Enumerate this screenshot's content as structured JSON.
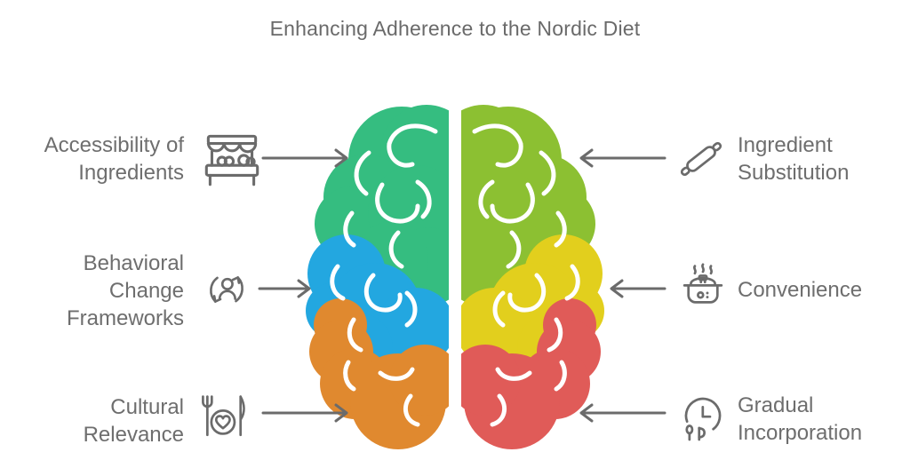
{
  "title": "Enhancing Adherence to the Nordic Diet",
  "colors": {
    "background": "#ffffff",
    "title_text": "#6a6a6a",
    "label_text": "#6e6e6e",
    "icon": "#6b6b6b",
    "arrow": "#6b6b6b"
  },
  "brain": {
    "left_hemisphere": {
      "top_color": "#35bd80",
      "middle_color": "#23a7e0",
      "bottom_color": "#e0892f"
    },
    "right_hemisphere": {
      "top_color": "#8cc032",
      "middle_color": "#e2cf1d",
      "bottom_color": "#e05b58"
    }
  },
  "left_column": {
    "items": [
      {
        "label": "Accessibility of Ingredients",
        "lines": [
          "Accessibility of",
          "Ingredients"
        ],
        "icon": "market-stall-icon"
      },
      {
        "label": "Behavioral Change Frameworks",
        "lines": [
          "Behavioral",
          "Change",
          "Frameworks"
        ],
        "icon": "person-renewal-icon"
      },
      {
        "label": "Cultural Relevance",
        "lines": [
          "Cultural",
          "Relevance"
        ],
        "icon": "cutlery-heart-plate-icon"
      }
    ]
  },
  "right_column": {
    "items": [
      {
        "label": "Ingredient Substitution",
        "lines": [
          "Ingredient",
          "Substitution"
        ],
        "icon": "rolling-pin-icon"
      },
      {
        "label": "Convenience",
        "lines": [
          "Convenience"
        ],
        "icon": "cooking-pot-icon"
      },
      {
        "label": "Gradual Incorporation",
        "lines": [
          "Gradual",
          "Incorporation"
        ],
        "icon": "meal-clock-icon"
      }
    ]
  }
}
